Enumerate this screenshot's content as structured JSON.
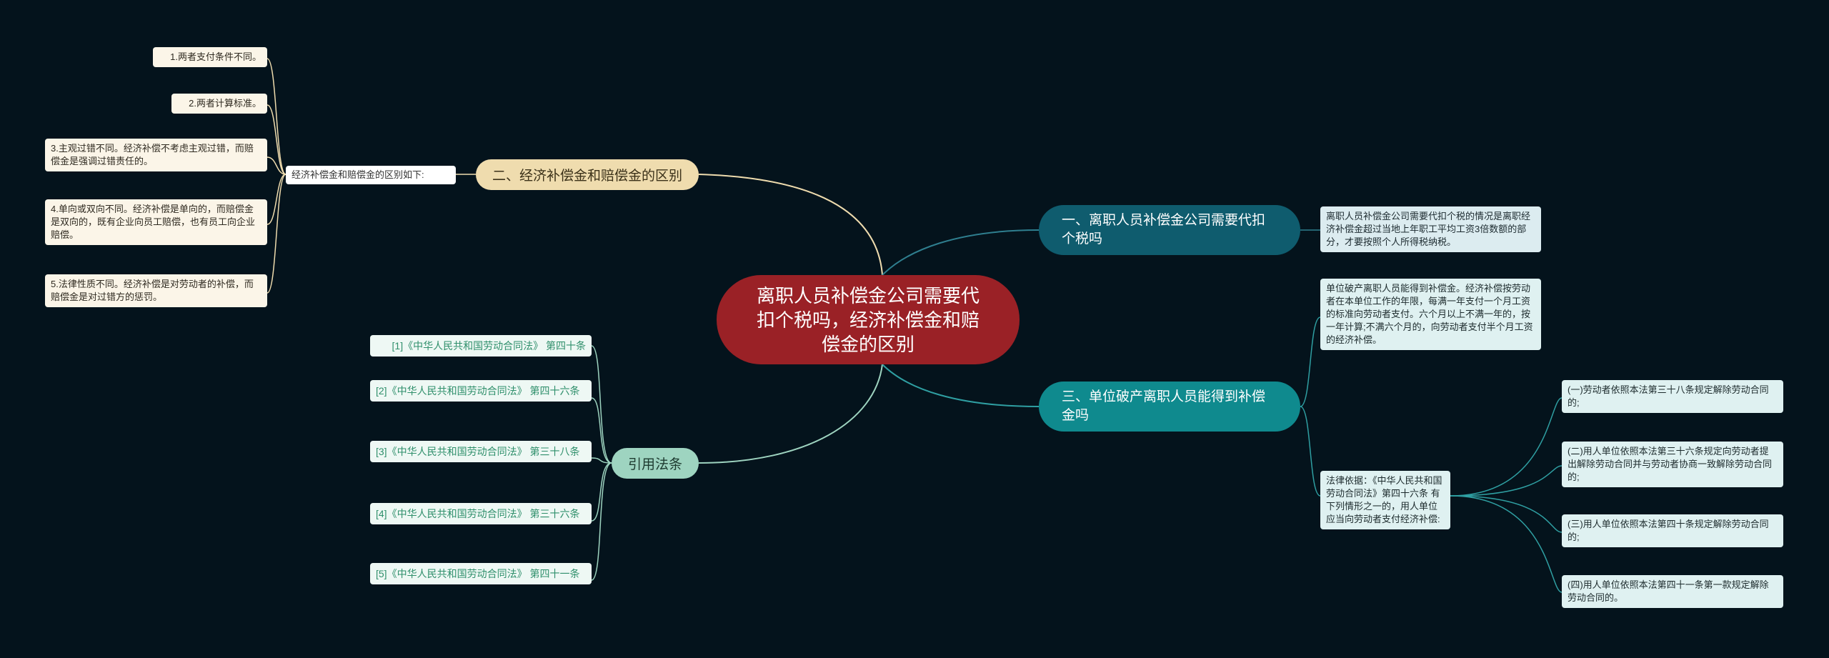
{
  "root": "离职人员补偿金公司需要代扣个税吗，经济补偿金和赔偿金的区别",
  "branch1": {
    "title": "一、离职人员补偿金公司需要代扣个税吗",
    "note": "离职人员补偿金公司需要代扣个税的情况是离职经济补偿金超过当地上年职工平均工资3倍数额的部分，才要按照个人所得税纳税。"
  },
  "branch2": {
    "title": "二、经济补偿金和赔偿金的区别",
    "sub": "经济补偿金和赔偿金的区别如下:",
    "items": [
      "1.两者支付条件不同。",
      "2.两者计算标准。",
      "3.主观过错不同。经济补偿不考虑主观过错，而赔偿金是强调过错责任的。",
      "4.单向或双向不同。经济补偿是单向的，而赔偿金是双向的，既有企业向员工赔偿，也有员工向企业赔偿。",
      "5.法律性质不同。经济补偿是对劳动者的补偿，而赔偿金是对过错方的惩罚。"
    ]
  },
  "branch3": {
    "title": "三、单位破产离职人员能得到补偿金吗",
    "note1": "单位破产离职人员能得到补偿金。经济补偿按劳动者在本单位工作的年限，每满一年支付一个月工资的标准向劳动者支付。六个月以上不满一年的，按一年计算;不满六个月的，向劳动者支付半个月工资的经济补偿。",
    "note2": "法律依据：《中华人民共和国劳动合同法》第四十六条 有下列情形之一的，用人单位应当向劳动者支付经济补偿:",
    "items": [
      "(一)劳动者依照本法第三十八条规定解除劳动合同的;",
      "(二)用人单位依照本法第三十六条规定向劳动者提出解除劳动合同并与劳动者协商一致解除劳动合同的;",
      "(三)用人单位依照本法第四十条规定解除劳动合同的;",
      "(四)用人单位依照本法第四十一条第一款规定解除劳动合同的。"
    ]
  },
  "branch4": {
    "title": "引用法条",
    "items": [
      "[1]《中华人民共和国劳动合同法》 第四十条",
      "[2]《中华人民共和国劳动合同法》 第四十六条",
      "[3]《中华人民共和国劳动合同法》 第三十八条",
      "[4]《中华人民共和国劳动合同法》 第三十六条",
      "[5]《中华人民共和国劳动合同法》 第四十一条"
    ]
  },
  "colors": {
    "background": "#04131c",
    "root": "#9a2126",
    "branch1": "#0f5c6e",
    "branch2": "#efdcae",
    "branch3": "#0f8a8e",
    "branch4": "#9ed4c0"
  }
}
